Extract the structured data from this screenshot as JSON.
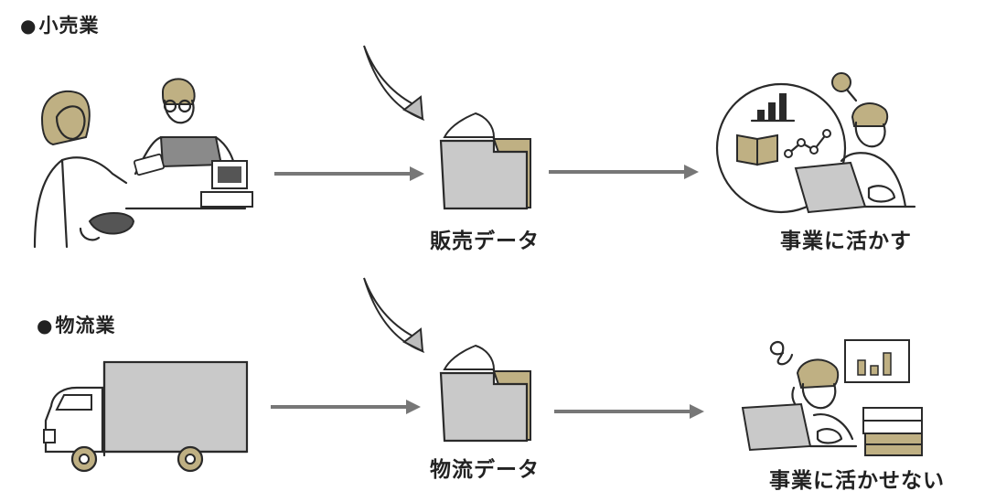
{
  "sections": {
    "retail": {
      "bullet": "●",
      "title": "小売業",
      "data_caption": "販売データ",
      "result_caption": "事業に活かす"
    },
    "logistics": {
      "bullet": "●",
      "title": "物流業",
      "data_caption": "物流データ",
      "result_caption": "事業に活かせない"
    }
  },
  "colors": {
    "accent_khaki": "#bfb083",
    "folder_gray": "#c9c9c9",
    "arrow_gray": "#777777",
    "line": "#2a2a2a"
  },
  "icons": [
    "shop-clerk-customer-illustration",
    "document-folder-icon",
    "analytics-person-illustration",
    "delivery-truck-illustration",
    "confused-person-laptop-illustration"
  ]
}
